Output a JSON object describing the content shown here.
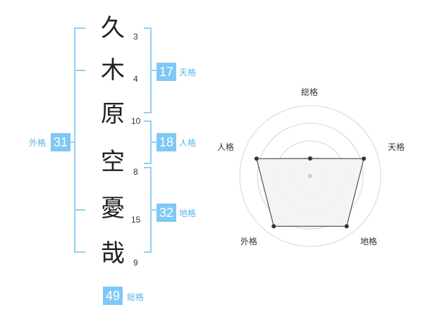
{
  "name_chars": [
    {
      "char": "久",
      "strokes": "3"
    },
    {
      "char": "木",
      "strokes": "4"
    },
    {
      "char": "原",
      "strokes": "10"
    },
    {
      "char": "空",
      "strokes": "8"
    },
    {
      "char": "憂",
      "strokes": "15"
    },
    {
      "char": "哉",
      "strokes": "9"
    }
  ],
  "scores": {
    "tenkaku": {
      "value": "17",
      "label": "天格"
    },
    "jinkaku": {
      "value": "18",
      "label": "人格"
    },
    "chikaku": {
      "value": "32",
      "label": "地格"
    },
    "gaikaku": {
      "value": "31",
      "label": "外格"
    },
    "soukaku": {
      "value": "49",
      "label": "総格"
    }
  },
  "colors": {
    "accent": "#7fc8f5",
    "accent_text": "#5ab4e8",
    "radar_fill": "#f2f2f2",
    "grid": "#d5d5d5"
  },
  "chart_data": {
    "type": "radar",
    "axes": [
      "総格",
      "天格",
      "地格",
      "外格",
      "人格"
    ],
    "values": [
      0.25,
      0.8,
      0.88,
      0.88,
      0.8
    ],
    "rings": 4
  }
}
